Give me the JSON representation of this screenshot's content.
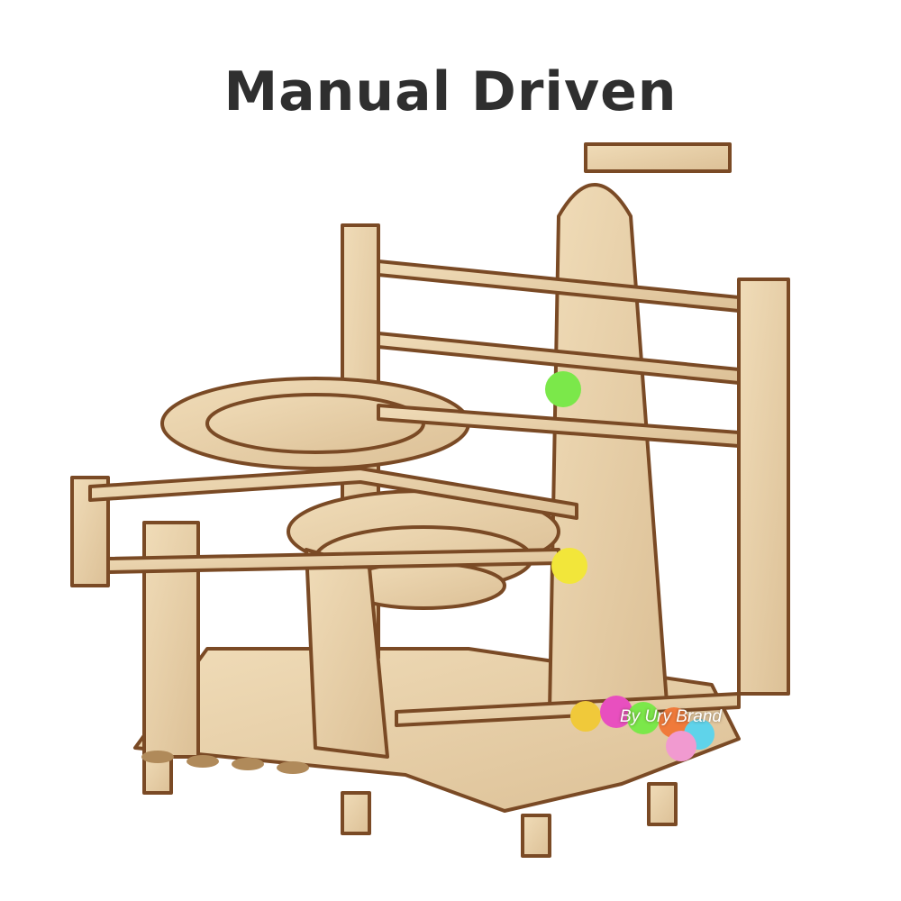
{
  "title": "Manual Driven",
  "watermark": "By Ury Brand",
  "product": {
    "description": "Wooden mechanical marble run puzzle with chain lift",
    "ball_colors": [
      "#7be84a",
      "#f2e63a",
      "#e84fbf",
      "#f07a3a",
      "#5fd3ea",
      "#f19ad0",
      "#f0c93a"
    ]
  },
  "colors": {
    "background": "#ffffff",
    "wood_light": "#ead3ad",
    "wood_edge": "#7a4a25",
    "title_text": "#2f2f2f"
  }
}
